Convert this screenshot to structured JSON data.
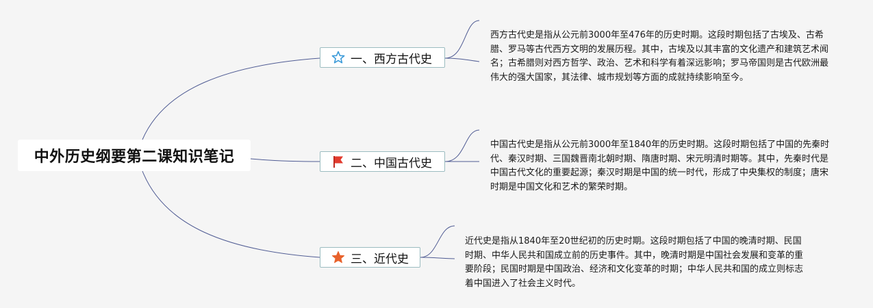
{
  "map": {
    "root_title": "中外历史纲要第二课知识笔记",
    "line_color": "#4f5b93",
    "branches": [
      {
        "label": "一、西方古代史",
        "icon": "star-outline-icon",
        "icon_color": "#3a9ad9",
        "note": "西方古代史是指从公元前3000年至476年的历史时期。这段时期包括了古埃及、古希腊、罗马等古代西方文明的发展历程。其中，古埃及以其丰富的文化遗产和建筑艺术闻名；古希腊则对西方哲学、政治、艺术和科学有着深远影响；罗马帝国则是古代欧洲最伟大的强大国家，其法律、城市规划等方面的成就持续影响至今。"
      },
      {
        "label": "二、中国古代史",
        "icon": "red-flag-icon",
        "icon_color": "#e23b2e",
        "note": "中国古代史是指从公元前3000年至1840年的历史时期。这段时期包括了中国的先秦时代、秦汉时期、三国魏晋南北朝时期、隋唐时期、宋元明清时期等。其中，先秦时代是中国古代文化的重要起源；秦汉时期是中国的统一时代，形成了中央集权的制度；唐宋时期是中国文化和艺术的繁荣时期。"
      },
      {
        "label": "三、近代史",
        "icon": "orange-star-icon",
        "icon_color": "#e8622c",
        "note": "近代史是指从1840年至20世纪初的历史时期。这段时期包括了中国的晚清时期、民国时期、中华人民共和国成立前的历史事件。其中，晚清时期是中国社会发展和变革的重要阶段；民国时期是中国政治、经济和文化变革的时期；中华人民共和国的成立则标志着中国进入了社会主义时代。"
      }
    ]
  }
}
